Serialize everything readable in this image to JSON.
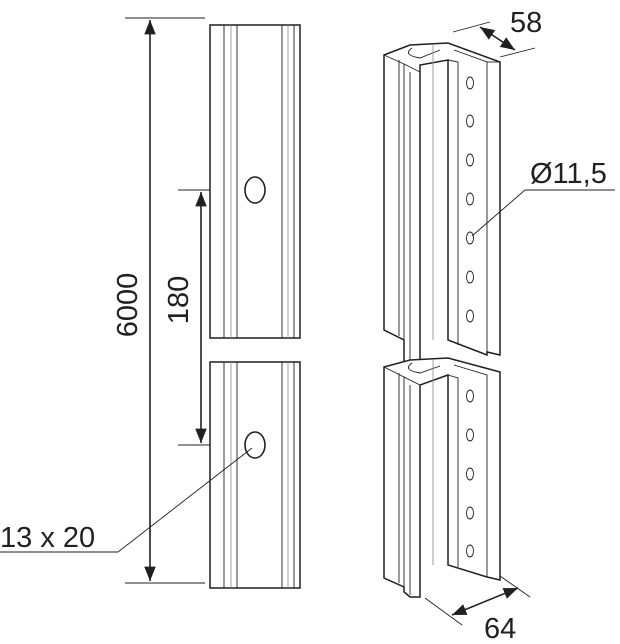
{
  "dimensions": {
    "length": "6000",
    "hole_spacing": "180",
    "slot_size": "13 x 20",
    "width": "58",
    "hole_diameter": "Ø11,5",
    "depth": "64"
  },
  "colors": {
    "line": "#231f20",
    "background": "#ffffff"
  }
}
